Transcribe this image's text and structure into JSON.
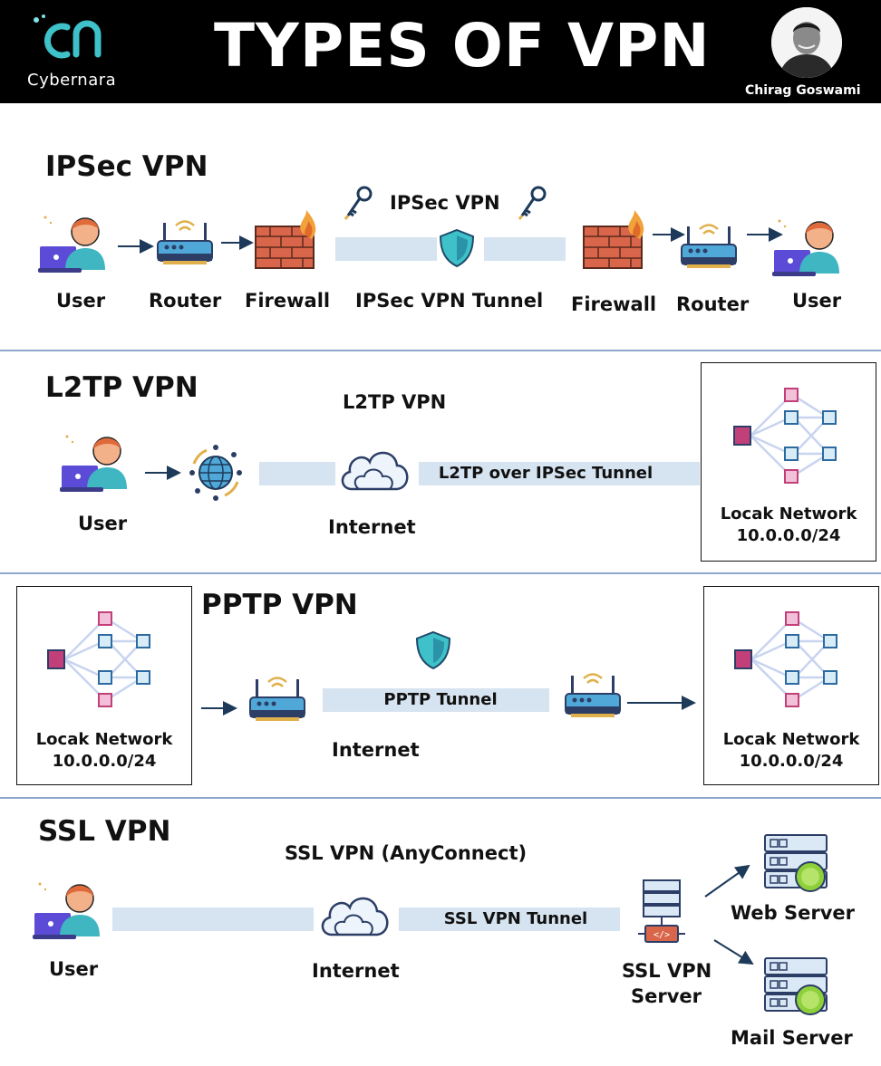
{
  "header": {
    "logo_text": "Cybernara",
    "title": "TYPES OF VPN",
    "author": "Chirag Goswami"
  },
  "ipsec": {
    "title": "IPSec VPN",
    "tunnel_title": "IPSec VPN",
    "labels": [
      "User",
      "Router",
      "Firewall",
      "IPSec VPN Tunnel",
      "Firewall",
      "Router",
      "User"
    ]
  },
  "l2tp": {
    "title": "L2TP VPN",
    "tunnel_title": "L2TP VPN",
    "user": "User",
    "internet": "Internet",
    "tunnel": "L2TP over IPSec Tunnel",
    "network_name": "Locak Network",
    "network_addr": "10.0.0.0/24"
  },
  "pptp": {
    "title": "PPTP VPN",
    "tunnel": "PPTP Tunnel",
    "internet": "Internet",
    "left_network_name": "Locak Network",
    "left_network_addr": "10.0.0.0/24",
    "right_network_name": "Locak Network",
    "right_network_addr": "10.0.0.0/24"
  },
  "ssl": {
    "title": "SSL VPN",
    "tunnel_title": "SSL VPN (AnyConnect)",
    "user": "User",
    "internet": "Internet",
    "tunnel": "SSL VPN Tunnel",
    "server_line1": "SSL VPN",
    "server_line2": "Server",
    "web_server": "Web Server",
    "mail_server": "Mail Server"
  },
  "colors": {
    "tunnel": "#d6e3f0",
    "accent_teal": "#3fc1c9",
    "brick": "#d9664a",
    "router_navy": "#2c3e66",
    "network_pink": "#c2407a"
  },
  "icons": [
    "user-icon",
    "router-icon",
    "firewall-icon",
    "key-icon",
    "shield-icon",
    "globe-icon",
    "cloud-icon",
    "network-icon",
    "server-icon",
    "arrow-icon"
  ]
}
